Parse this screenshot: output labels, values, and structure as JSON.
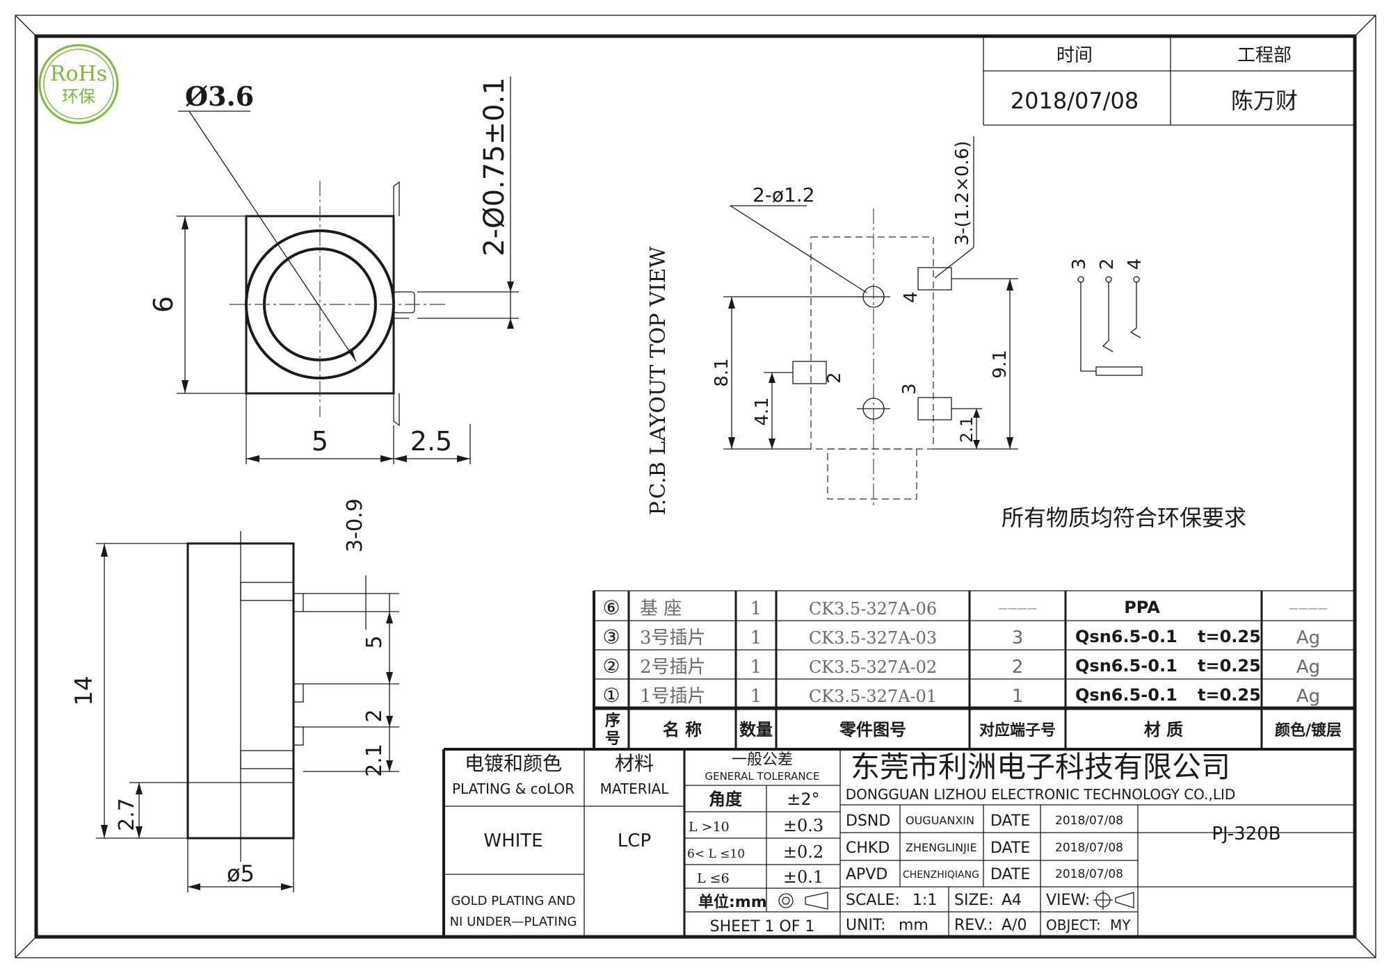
{
  "rohs": {
    "logo_text": "RoHs",
    "logo_sub": "环保",
    "color": "#7cba3b"
  },
  "header_box": {
    "col1_label": "时间",
    "col2_label": "工程部",
    "col1_value": "2018/07/08",
    "col2_value": "陈万财"
  },
  "front_view": {
    "dia_label": "Ø3.6",
    "height_label": "6",
    "width_label": "5",
    "pin_len_label": "2.5",
    "pin_dia_label": "2-Ø0.75±0.1"
  },
  "side_view": {
    "total_label": "14",
    "base_label": "2.7",
    "dia_label": "ø5",
    "pitch_top_label": "3-0.9",
    "pitch_a_label": "5",
    "pitch_b_label": "2",
    "pitch_c_label": "2.1"
  },
  "pcb_layout": {
    "title": "P.C.B LAYOUT   TOP VIEW",
    "hole_label": "2-ø1.2",
    "pad_label": "3-(1.2×0.6)",
    "dim_81": "8.1",
    "dim_41": "4.1",
    "dim_91": "9.1",
    "dim_21": "2.1",
    "pad_4": "4",
    "pad_2": "2",
    "pad_3": "3"
  },
  "schematic": {
    "pin_a": "3",
    "pin_b": "2",
    "pin_c": "4"
  },
  "rohs_note": "所有物质均符合环保要求",
  "bom": {
    "rows": [
      {
        "no": "⑥",
        "name": "基  座",
        "qty": "1",
        "part": "CK3.5-327A-06",
        "terminal": "————",
        "material": "PPA",
        "thickness": "",
        "plating": "————"
      },
      {
        "no": "③",
        "name": "3号插片",
        "qty": "1",
        "part": "CK3.5-327A-03",
        "terminal": "3",
        "material": "Qsn6.5-0.1",
        "thickness": "t=0.25",
        "plating": "Ag"
      },
      {
        "no": "②",
        "name": "2号插片",
        "qty": "1",
        "part": "CK3.5-327A-02",
        "terminal": "2",
        "material": "Qsn6.5-0.1",
        "thickness": "t=0.25",
        "plating": "Ag"
      },
      {
        "no": "①",
        "name": "1号插片",
        "qty": "1",
        "part": "CK3.5-327A-01",
        "terminal": "1",
        "material": "Qsn6.5-0.1",
        "thickness": "t=0.25",
        "plating": "Ag"
      }
    ],
    "headers": {
      "no_a": "序",
      "no_b": "号",
      "name": "名  称",
      "qty": "数量",
      "part": "零件图号",
      "terminal": "对应端子号",
      "material": "材  质",
      "plating": "颜色/镀层"
    }
  },
  "title_block": {
    "plating_cn": "电镀和颜色",
    "plating_en": "PLATING & coLOR",
    "material_cn": "材料",
    "material_en": "MATERIAL",
    "tol_cn": "一般公差",
    "tol_en": "GENERAL TOLERANCE",
    "angle_label": "角度",
    "angle_val": "±2°",
    "tol_rows": [
      {
        "range": "L >10",
        "val": "±0.3"
      },
      {
        "range": "6< L ≤10",
        "val": "±0.2"
      },
      {
        "range": "L ≤6",
        "val": "±0.1"
      }
    ],
    "unit_label": "单位:mm",
    "sheet": "SHEET 1 OF 1",
    "color_value": "WHITE",
    "material_value": "LCP",
    "plating_value_1": "GOLD PLATING AND",
    "plating_value_2": "NI UNDER—PLATING",
    "company_cn": "东莞市利洲电子科技有限公司",
    "company_en": "DONGGUAN LIZHOU ELECTRONIC TECHNOLOGY CO.,LID",
    "dsnd": "DSND",
    "dsnd_name": "OUGUANXIN",
    "chkd": "CHKD",
    "chkd_name": "ZHENGLINJIE",
    "apvd": "APVD",
    "apvd_name": "CHENZHIQIANG",
    "date_label": "DATE",
    "date_value": "2018/07/08",
    "model": "PJ-320B",
    "scale_label": "SCALE:",
    "scale_value": "1:1",
    "size_label": "SIZE:",
    "size_value": "A4",
    "view_label": "VIEW:",
    "unit2_label": "UNIT:",
    "unit2_value": "mm",
    "rev_label": "REV.:",
    "rev_value": "A/0",
    "object_label": "OBJECT:",
    "object_value": "MY"
  }
}
